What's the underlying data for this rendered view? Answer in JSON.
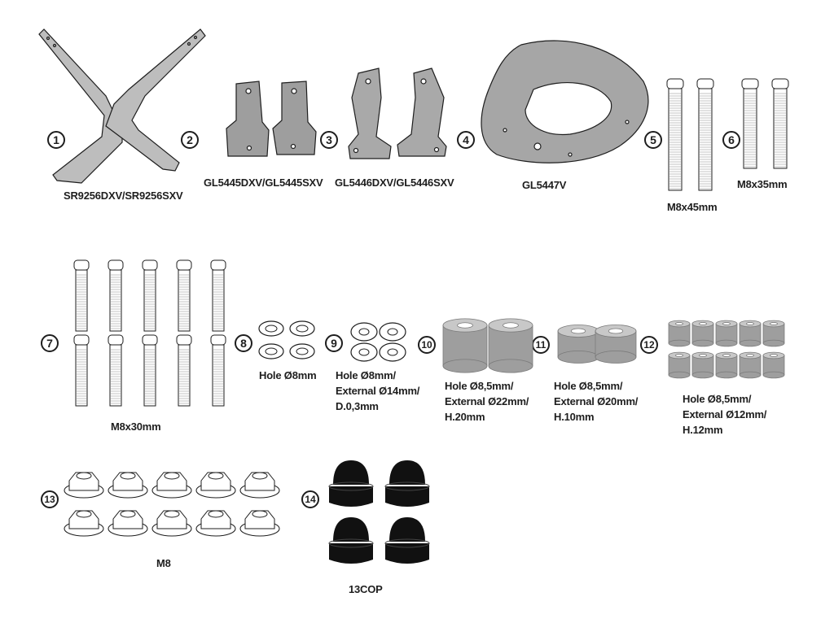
{
  "parts": [
    {
      "number": "1",
      "label": ""
    },
    {
      "number": "2",
      "label": "SR9256DXV/SR9256SXV"
    },
    {
      "number": "3",
      "label": "GL5445DXV/GL5445SXV"
    },
    {
      "number": "4",
      "label": "GL5446DXV/GL5446SXV"
    },
    {
      "number": "5",
      "label": "GL5447V"
    },
    {
      "number": "6",
      "label": "M8x45mm"
    },
    {
      "number": "7",
      "label": "M8x35mm"
    },
    {
      "number": "8",
      "label": "M8x30mm"
    },
    {
      "number": "9",
      "label": "Hole Ø8mm"
    },
    {
      "number": "10",
      "label": "Hole Ø8mm/\nExternal Ø14mm/\n D.0,3mm"
    },
    {
      "number": "11",
      "label": "Hole Ø8,5mm/\nExternal Ø22mm/\n H.20mm"
    },
    {
      "number": "12",
      "label": "Hole Ø8,5mm/\nExternal Ø20mm/\n H.10mm"
    },
    {
      "number": "13",
      "label": "Hole Ø8,5mm/\nExternal Ø12mm/\n H.12mm"
    },
    {
      "number": "14",
      "label": "M8"
    }
  ],
  "extra_label": "13COP",
  "colors": {
    "part_fill": "#9e9e9e",
    "part_light": "#c8c8c8",
    "outline": "#1e1e1e",
    "cap": "#111111"
  }
}
